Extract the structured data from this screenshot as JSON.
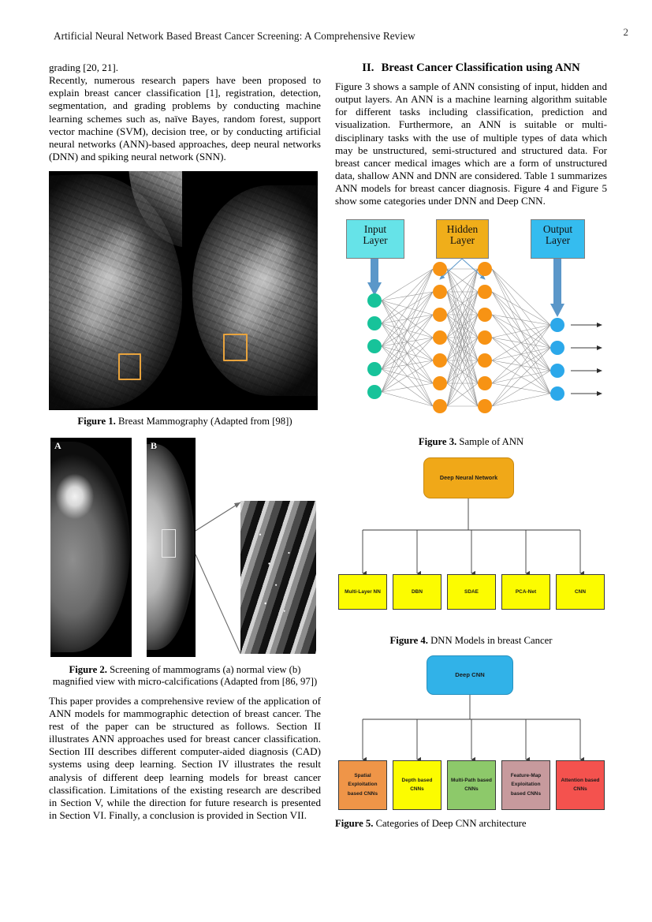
{
  "header": {
    "running_title": "Artificial Neural Network Based Breast Cancer Screening: A Comprehensive Review",
    "page_number": "2"
  },
  "left_column": {
    "paragraph_1": "grading [20, 21].",
    "paragraph_2": "Recently, numerous research papers have been proposed to explain breast cancer classification [1], registration, detection, segmentation, and grading problems by conducting machine learning schemes such as, naïve Bayes, random forest, support vector machine (SVM), decision tree, or by conducting artificial neural networks (ANN)-based approaches, deep neural networks (DNN) and spiking neural network (SNN).",
    "figure_1": {
      "caption_label": "Figure 1.",
      "caption_text": " Breast Mammography (Adapted from [98])",
      "panels": [
        "mammogram-mlo-view",
        "mammogram-cc-view"
      ],
      "roi_color": "#E8A33D"
    },
    "figure_2": {
      "caption_label": "Figure 2.",
      "caption_text": " Screening of mammograms (a) normal view (b) magnified view with micro-calcifications (Adapted from [86, 97])",
      "panel_a_label": "A",
      "panel_b_label": "B",
      "roi_color": "#E9E9E9"
    },
    "paragraph_3": "This paper provides a comprehensive review of the application of ANN models for mammographic detection of breast cancer. The rest of the paper can be structured as follows. Section II illustrates ANN approaches used for breast cancer classification. Section III describes different computer-aided diagnosis (CAD) systems using deep learning. Section IV illustrates the result analysis of different deep learning models for breast cancer classification. Limitations of the existing research are described in Section V, while the direction for future research is presented in Section VI. Finally, a conclusion is provided in Section VII."
  },
  "right_column": {
    "section_number": "II.",
    "section_title": "Breast Cancer Classification using ANN",
    "paragraph_1": "Figure 3 shows a sample of ANN consisting of input, hidden and output layers. An ANN is a machine learning algorithm suitable for different tasks including classification, prediction and visualization. Furthermore, an ANN is suitable or multi-disciplinary tasks with the use of multiple types of data which may be unstructured, semi-structured and structured data. For breast cancer medical images which are a form of unstructured data, shallow ANN and DNN are considered. Table 1 summarizes ANN models for breast cancer diagnosis. Figure 4 and Figure 5 show some categories under DNN and Deep CNN.",
    "figure_3": {
      "caption_label": "Figure 3.",
      "caption_text": " Sample of ANN",
      "layers": [
        {
          "label_line1": "Input",
          "label_line2": "Layer",
          "color": "#66E3E8",
          "node_color": "#17C39A",
          "node_count": 5
        },
        {
          "label_line1": "Hidden",
          "label_line2": "Layer",
          "color": "#F0AE1A",
          "node_color": "#F79314",
          "node_count": 7
        },
        {
          "label_line1": "Output",
          "label_line2": "Layer",
          "color": "#35BCEF",
          "node_color": "#2BA8EA",
          "node_count": 4
        }
      ],
      "hidden_layer_count": 2,
      "arrow_color": "#5B97C9"
    },
    "figure_4": {
      "caption_label": "Figure 4.",
      "caption_text": " DNN Models in breast Cancer",
      "root": {
        "label": "Deep Neural Network",
        "color": "#F0A818"
      },
      "children": [
        {
          "label": "Multi-Layer NN",
          "color": "#FCFC00"
        },
        {
          "label": "DBN",
          "color": "#FCFC00"
        },
        {
          "label": "SDAE",
          "color": "#FCFC00"
        },
        {
          "label": "PCA-Net",
          "color": "#FCFC00"
        },
        {
          "label": "CNN",
          "color": "#FCFC00"
        }
      ]
    },
    "figure_5": {
      "caption_label": "Figure 5.",
      "caption_text": " Categories of Deep CNN architecture",
      "root": {
        "label": "Deep CNN",
        "color": "#31B2E8"
      },
      "children": [
        {
          "label": "Spatial Exploitation based CNNs",
          "color": "#EF9548"
        },
        {
          "label": "Depth based CNNs",
          "color": "#FCFC00"
        },
        {
          "label": "Multi-Path based CNNs",
          "color": "#8DC96A"
        },
        {
          "label": "Feature-Map Exploitation based CNNs",
          "color": "#C79A9D"
        },
        {
          "label": "Attention based CNNs",
          "color": "#F4524E"
        }
      ]
    }
  }
}
